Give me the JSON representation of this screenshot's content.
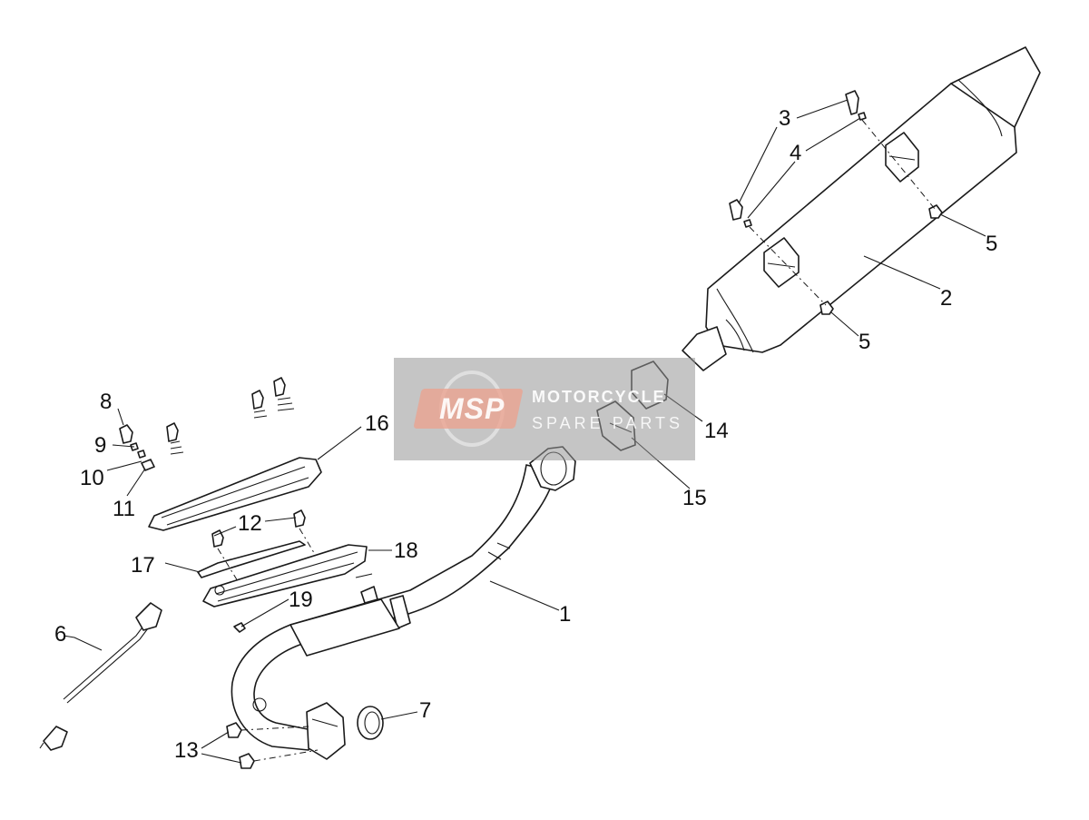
{
  "diagram": {
    "callouts": [
      "1",
      "2",
      "3",
      "4",
      "5",
      "5",
      "6",
      "7",
      "8",
      "9",
      "10",
      "11",
      "12",
      "13",
      "14",
      "15",
      "16",
      "17",
      "18",
      "19"
    ]
  },
  "watermark": {
    "logo": "MSP",
    "line1": "MOTORCYCLE",
    "line2": "SPARE PARTS",
    "logo_color": "#e8a08c",
    "box_color": "#969696"
  }
}
